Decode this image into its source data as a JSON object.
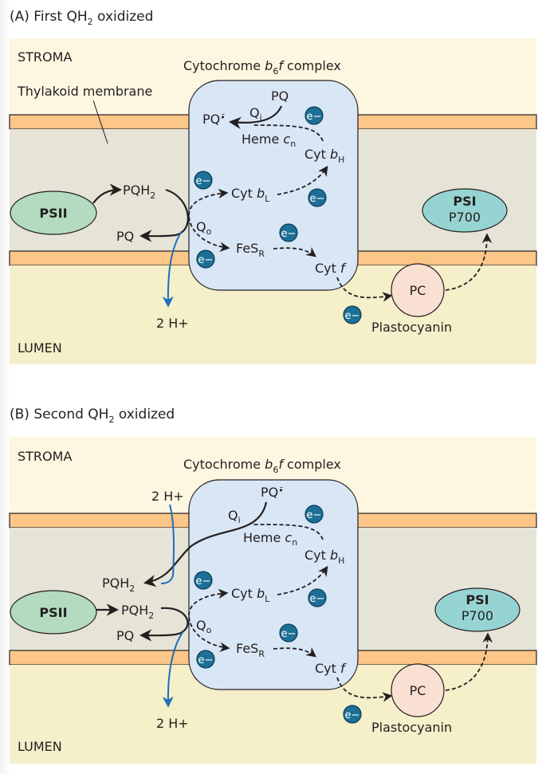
{
  "colors": {
    "stroma": "#fdf6e0",
    "lumen": "#f5efca",
    "membrane_interior": "#e6e3d7",
    "membrane_band": "#fbc687",
    "complex": "#d9e6f6",
    "psii": "#b4dbc0",
    "psi": "#96d4d3",
    "pc": "#fadfd3",
    "electron": "#1d6f95",
    "proton_arrow": "#1e6fb8",
    "arrow": "#231f20"
  },
  "panels": [
    {
      "caption_prefix": "(A)  First QH",
      "caption_sub": "2",
      "caption_suffix": " oxidized",
      "stroma": "STROMA",
      "lumen": "LUMEN",
      "membrane_label": "Thylakoid membrane",
      "complex_title_pre": "Cytochrome ",
      "complex_title_b": "b",
      "complex_title_sub": "6",
      "complex_title_f": "f",
      "complex_title_post": " complex",
      "qi_site": {
        "main": "Q",
        "sub": "i"
      },
      "qo_site": {
        "main": "Q",
        "sub": "o"
      },
      "pq_top": "PQ",
      "pq_semiquinone": "PQ",
      "heme": {
        "main": "Heme ",
        "c": "c",
        "sub": "n"
      },
      "cyt_bh": {
        "main": "Cyt ",
        "b": "b",
        "sub": "H"
      },
      "cyt_bl": {
        "main": "Cyt ",
        "b": "b",
        "sub": "L"
      },
      "fesr": {
        "main": "FeS",
        "sub": "R"
      },
      "cyt_f": {
        "main": "Cyt ",
        "f": "f"
      },
      "pqh2": {
        "main": "PQH",
        "sub": "2"
      },
      "pq_out": "PQ",
      "psii": "PSII",
      "psi": "PSI",
      "p700": "P700",
      "pc": "PC",
      "plastocyanin": "Plastocyanin",
      "protons_lumen": "2 H+",
      "electron": "e−"
    },
    {
      "caption_prefix": "(B)  Second QH",
      "caption_sub": "2",
      "caption_suffix": " oxidized",
      "stroma": "STROMA",
      "lumen": "LUMEN",
      "complex_title_pre": "Cytochrome ",
      "complex_title_b": "b",
      "complex_title_sub": "6",
      "complex_title_f": "f",
      "complex_title_post": " complex",
      "qi_site": {
        "main": "Q",
        "sub": "i"
      },
      "qo_site": {
        "main": "Q",
        "sub": "o"
      },
      "pq_semiquinone": "PQ",
      "heme": {
        "main": "Heme ",
        "c": "c",
        "sub": "n"
      },
      "cyt_bh": {
        "main": "Cyt ",
        "b": "b",
        "sub": "H"
      },
      "cyt_bl": {
        "main": "Cyt ",
        "b": "b",
        "sub": "L"
      },
      "fesr": {
        "main": "FeS",
        "sub": "R"
      },
      "cyt_f": {
        "main": "Cyt ",
        "f": "f"
      },
      "pqh2_product": {
        "main": "PQH",
        "sub": "2"
      },
      "pqh2": {
        "main": "PQH",
        "sub": "2"
      },
      "pq_out": "PQ",
      "psii": "PSII",
      "psi": "PSI",
      "p700": "P700",
      "pc": "PC",
      "plastocyanin": "Plastocyanin",
      "protons_stroma": "2 H+",
      "protons_lumen": "2 H+",
      "electron": "e−"
    }
  ]
}
